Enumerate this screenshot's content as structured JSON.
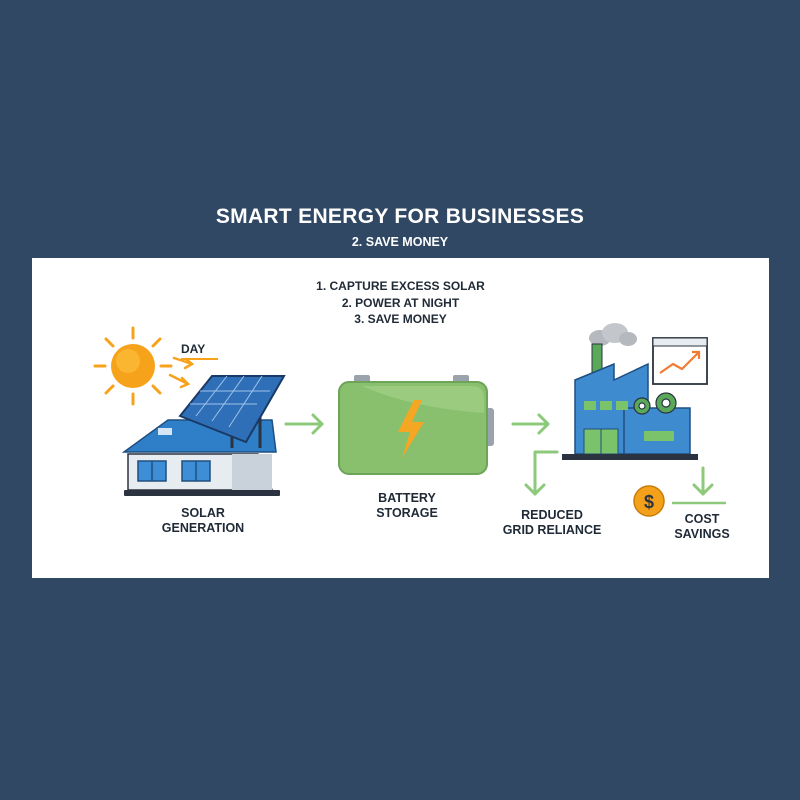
{
  "header": {
    "title": "SMART ENERGY FOR BUSINESSES",
    "subtitle": "2. SAVE MONEY"
  },
  "steps": [
    "1. CAPTURE EXCESS SOLAR",
    "2. POWER AT NIGHT",
    "3. SAVE MONEY"
  ],
  "nodes": {
    "day": "DAY",
    "solar": [
      "SOLAR",
      "GENERATION"
    ],
    "battery": [
      "BATTERY",
      "STORAGE"
    ],
    "grid": [
      "REDUCED",
      "GRID RELIANCE"
    ],
    "savings": [
      "COST",
      "SAVINGS"
    ]
  },
  "icons": {
    "sun": "sun-icon",
    "solar_panel": "solar-panel-icon",
    "house": "house-icon",
    "battery": "battery-icon",
    "lightning": "lightning-bolt-icon",
    "factory": "factory-icon",
    "chart": "rising-chart-icon",
    "gears": "gear-icon",
    "dollar": "dollar-coin-icon"
  },
  "colors": {
    "background": "#304863",
    "card": "#ffffff",
    "arrow": "#8cc97a",
    "sun": "#f7a21b",
    "roof_blue": "#2f7fc8",
    "battery_green": "#88c06d",
    "bolt": "#f5a623",
    "text": "#1f2a36"
  }
}
